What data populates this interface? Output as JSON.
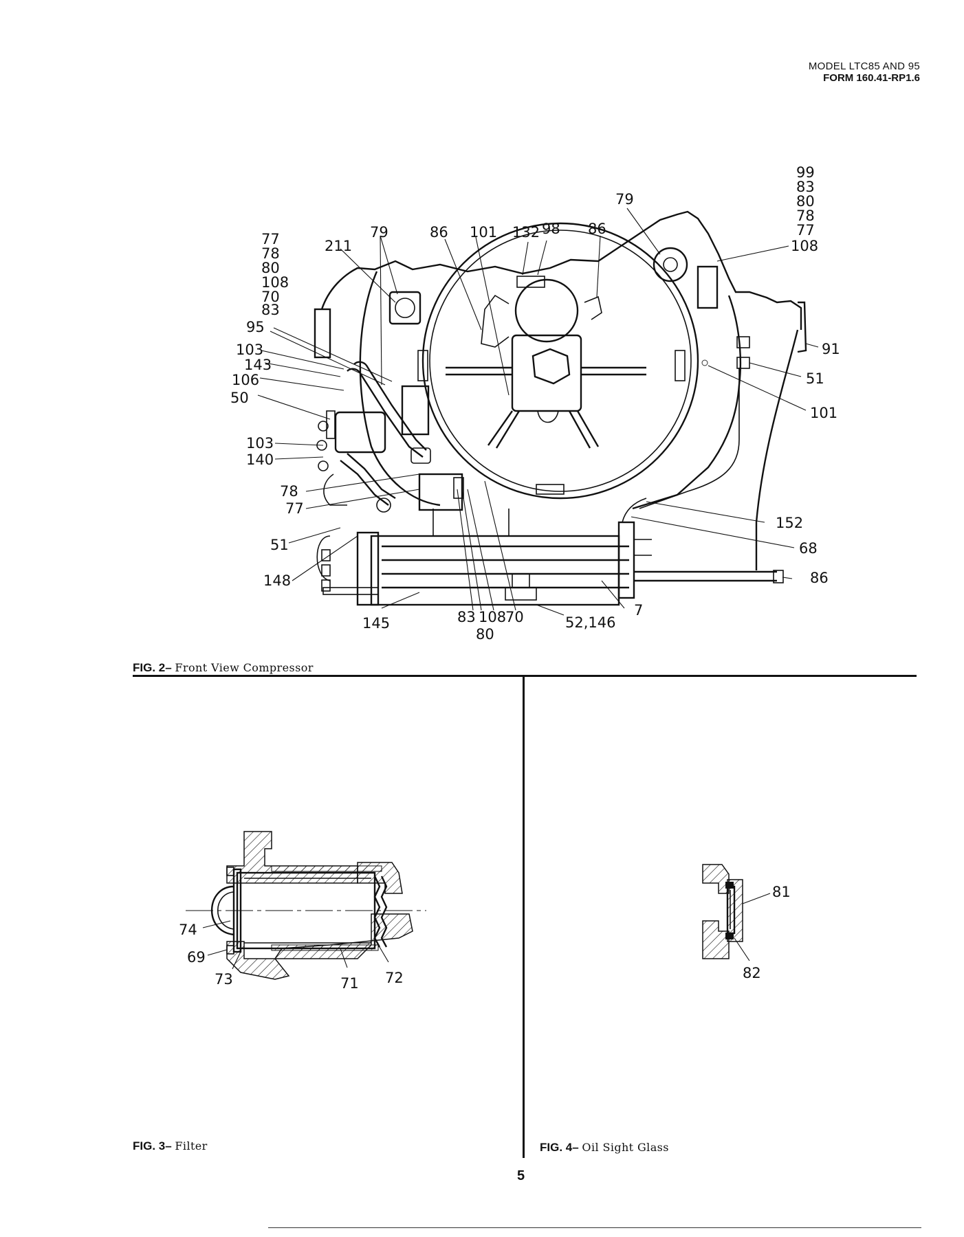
{
  "header": {
    "model": "MODEL LTC85 AND 95",
    "form": "FORM 160.41-RP1.6"
  },
  "fig2": {
    "caption_number": "FIG. 2–",
    "caption_text": "Front View Compressor",
    "labels": {
      "l77a": "77",
      "l78a": "78",
      "l80a": "80",
      "l108a": "108",
      "l70a": "70",
      "l83a": "83",
      "l95": "95",
      "l103a": "103",
      "l143": "143",
      "l106": "106",
      "l50": "50",
      "l103b": "103",
      "l140": "140",
      "l78b": "78",
      "l77b": "77",
      "l51a": "51",
      "l148": "148",
      "l145": "145",
      "l83b": "83",
      "l108b": "108",
      "l70b": "70",
      "l80b": "80",
      "l52": "52,146",
      "l7": "7",
      "l86c": "86",
      "l68": "68",
      "l152": "152",
      "l101b": "101",
      "l51b": "51",
      "l91": "91",
      "l211": "211",
      "l79a": "79",
      "l86a": "86",
      "l101a": "101",
      "l132": "132",
      "l98": "98",
      "l86b": "86",
      "l79b": "79",
      "l99": "99",
      "l83c": "83",
      "l80c": "80",
      "l78c": "78",
      "l77c": "77",
      "l108c": "108"
    }
  },
  "fig3": {
    "caption_number": "FIG. 3–",
    "caption_text": "Filter",
    "labels": {
      "l74": "74",
      "l69": "69",
      "l73": "73",
      "l71": "71",
      "l72": "72"
    }
  },
  "fig4": {
    "caption_number": "FIG. 4–",
    "caption_text": "Oil Sight Glass",
    "labels": {
      "l81": "81",
      "l82": "82"
    }
  },
  "page_number": "5"
}
